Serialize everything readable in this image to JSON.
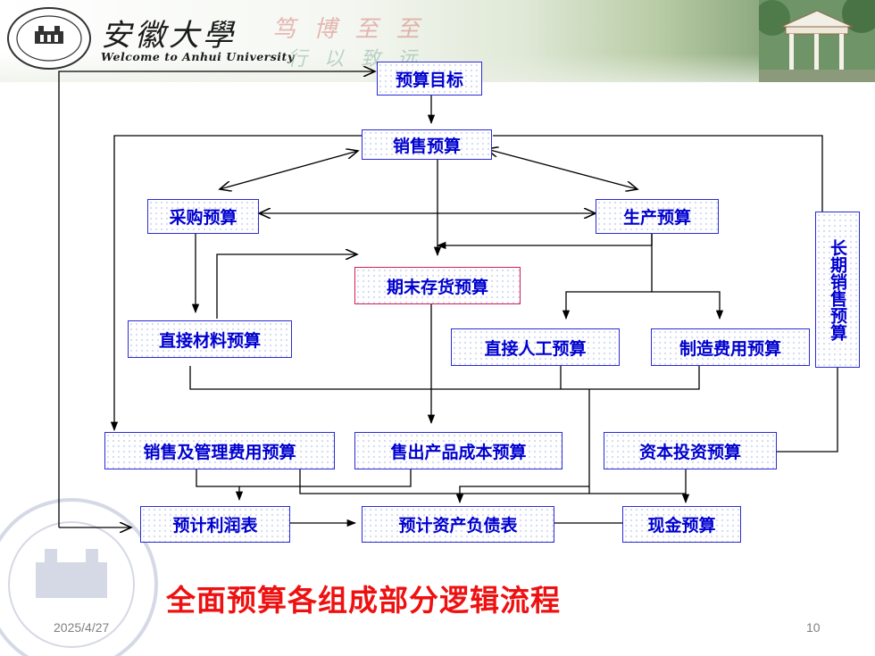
{
  "header": {
    "title_cn": "安徽大學",
    "title_en": "Welcome to Anhui University",
    "motto_top": "笃 博 至 至",
    "motto_bottom": "行 以 致 远"
  },
  "nodes": {
    "budget_goal": "预算目标",
    "sales_budget": "销售预算",
    "purchase_budget": "采购预算",
    "production_budget": "生产预算",
    "ending_inventory_budget": "期末存货预算",
    "long_term_sales_budget": "长期销售预算",
    "direct_material_budget": "直接材料预算",
    "direct_labor_budget": "直接人工预算",
    "overhead_budget": "制造费用预算",
    "sga_budget": "销售及管理费用预算",
    "cogs_budget": "售出产品成本预算",
    "capex_budget": "资本投资预算",
    "pro_forma_income": "预计利润表",
    "pro_forma_balance": "预计资产负债表",
    "cash_budget": "现金预算"
  },
  "footer": {
    "caption": "全面预算各组成部分逻辑流程",
    "date": "2025/4/27",
    "page": "10"
  },
  "colors": {
    "box_border": "#2b2bd6",
    "box_text": "#0000d0",
    "highlight_border": "#d02050",
    "caption": "#ee1111",
    "arrow": "#000000"
  }
}
